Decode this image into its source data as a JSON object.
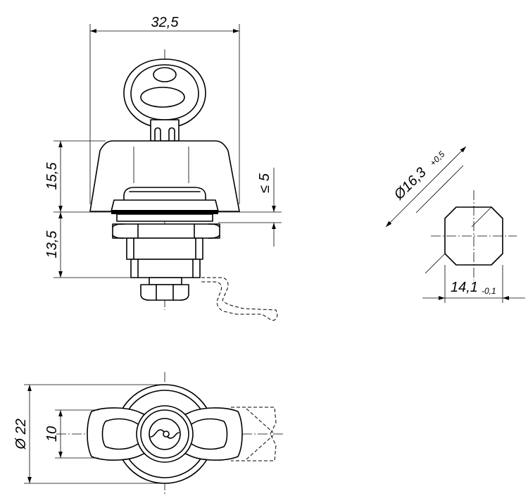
{
  "dimensions": {
    "width_overall": "32,5",
    "height_head": "15,5",
    "height_body": "13,5",
    "panel_thickness": "≤ 5",
    "diameter_key": "Ø16,3",
    "diameter_key_tol": "+0,5",
    "across_flats": "14,1",
    "across_flats_tol": "-0,1",
    "diameter_flange": "Ø 22",
    "width_handle": "10"
  }
}
